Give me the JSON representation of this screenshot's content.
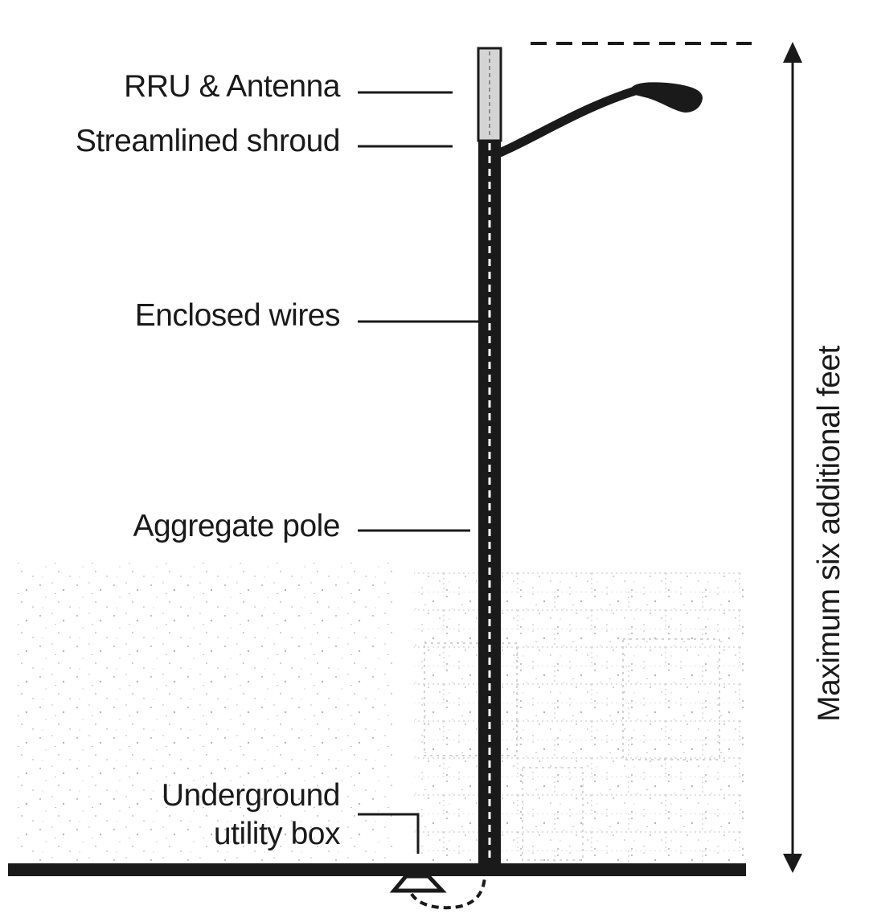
{
  "labels": {
    "rru_antenna": "RRU & Antenna",
    "streamlined_shroud": "Streamlined shroud",
    "enclosed_wires": "Enclosed wires",
    "aggregate_pole": "Aggregate pole",
    "utility_box_line1": "Underground",
    "utility_box_line2": "utility box",
    "height_limit": "Maximum six additional feet"
  },
  "colors": {
    "line": "#1a1a1a",
    "text": "#1a1a1a",
    "shroud": "#d4d4d4",
    "background_texture": "#b8b8b8"
  }
}
